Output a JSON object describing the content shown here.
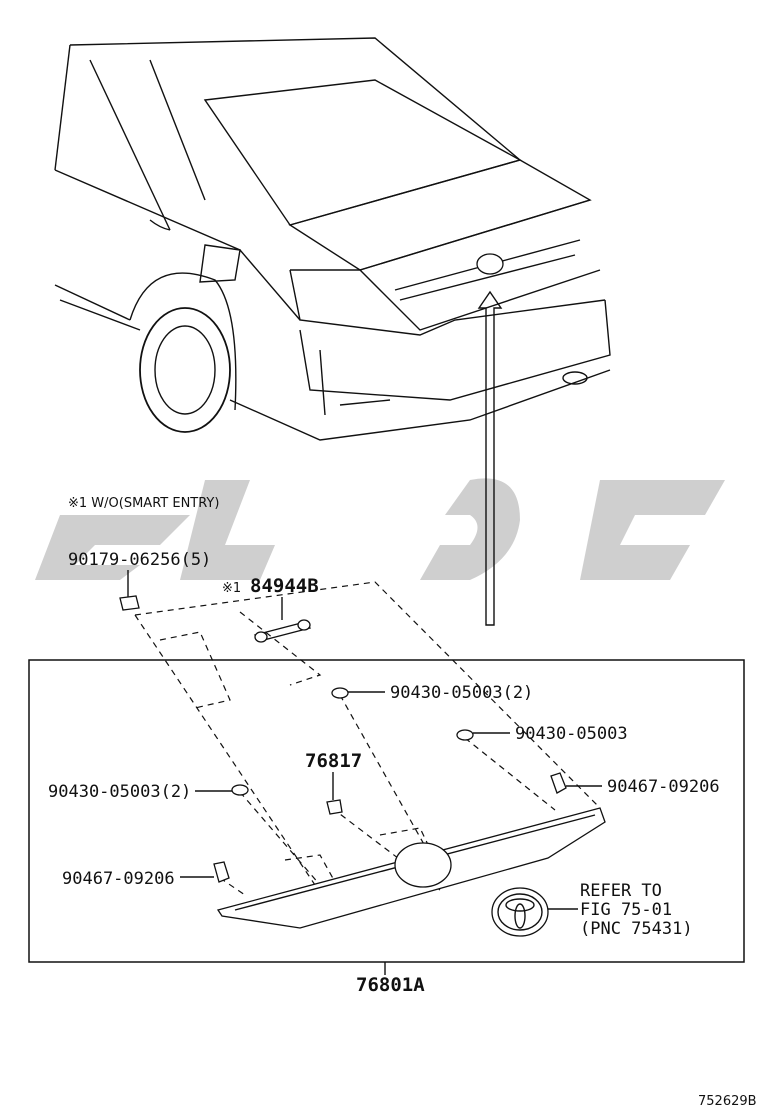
{
  "notes": {
    "option_note": "※1 W/O(SMART ENTRY)",
    "option_marker": "※1"
  },
  "parts": {
    "p1": "90179-06256(5)",
    "p2": "84944B",
    "p3": "90430-05003(2)",
    "p4": "90430-05003",
    "p5": "76817",
    "p6": "90430-05003(2)",
    "p7": "90467-09206",
    "p8": "90467-09206",
    "assembly": "76801A"
  },
  "refer": {
    "line1": "REFER TO",
    "line2": "FIG 75-01",
    "line3": "(PNC 75431)"
  },
  "figure_id": "752629B",
  "colors": {
    "ink": "#111111",
    "watermark": "#cfcfcf"
  }
}
